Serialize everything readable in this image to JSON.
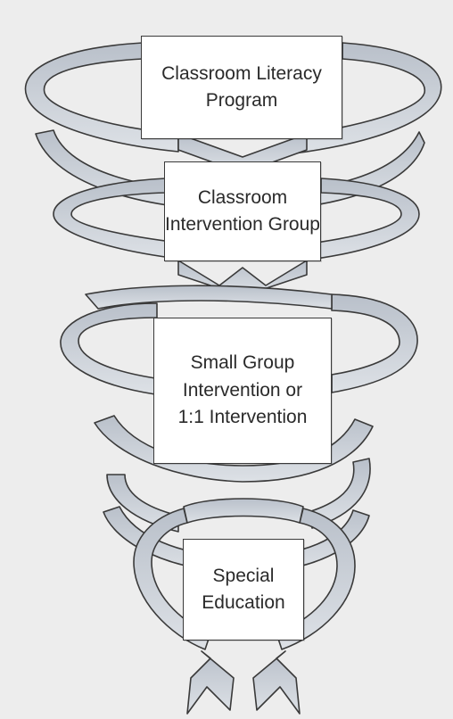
{
  "diagram": {
    "levels": [
      {
        "label": "Classroom Literacy\nProgram"
      },
      {
        "label": "Classroom\nIntervention Group"
      },
      {
        "label": "Small Group\nIntervention or\n1:1 Intervention"
      },
      {
        "label": "Special\nEducation"
      }
    ]
  },
  "colors": {
    "ribbon_fill": "#c9ced6",
    "ribbon_stroke": "#3a3a3a",
    "box_fill": "#ffffff",
    "background": "#ededed"
  }
}
